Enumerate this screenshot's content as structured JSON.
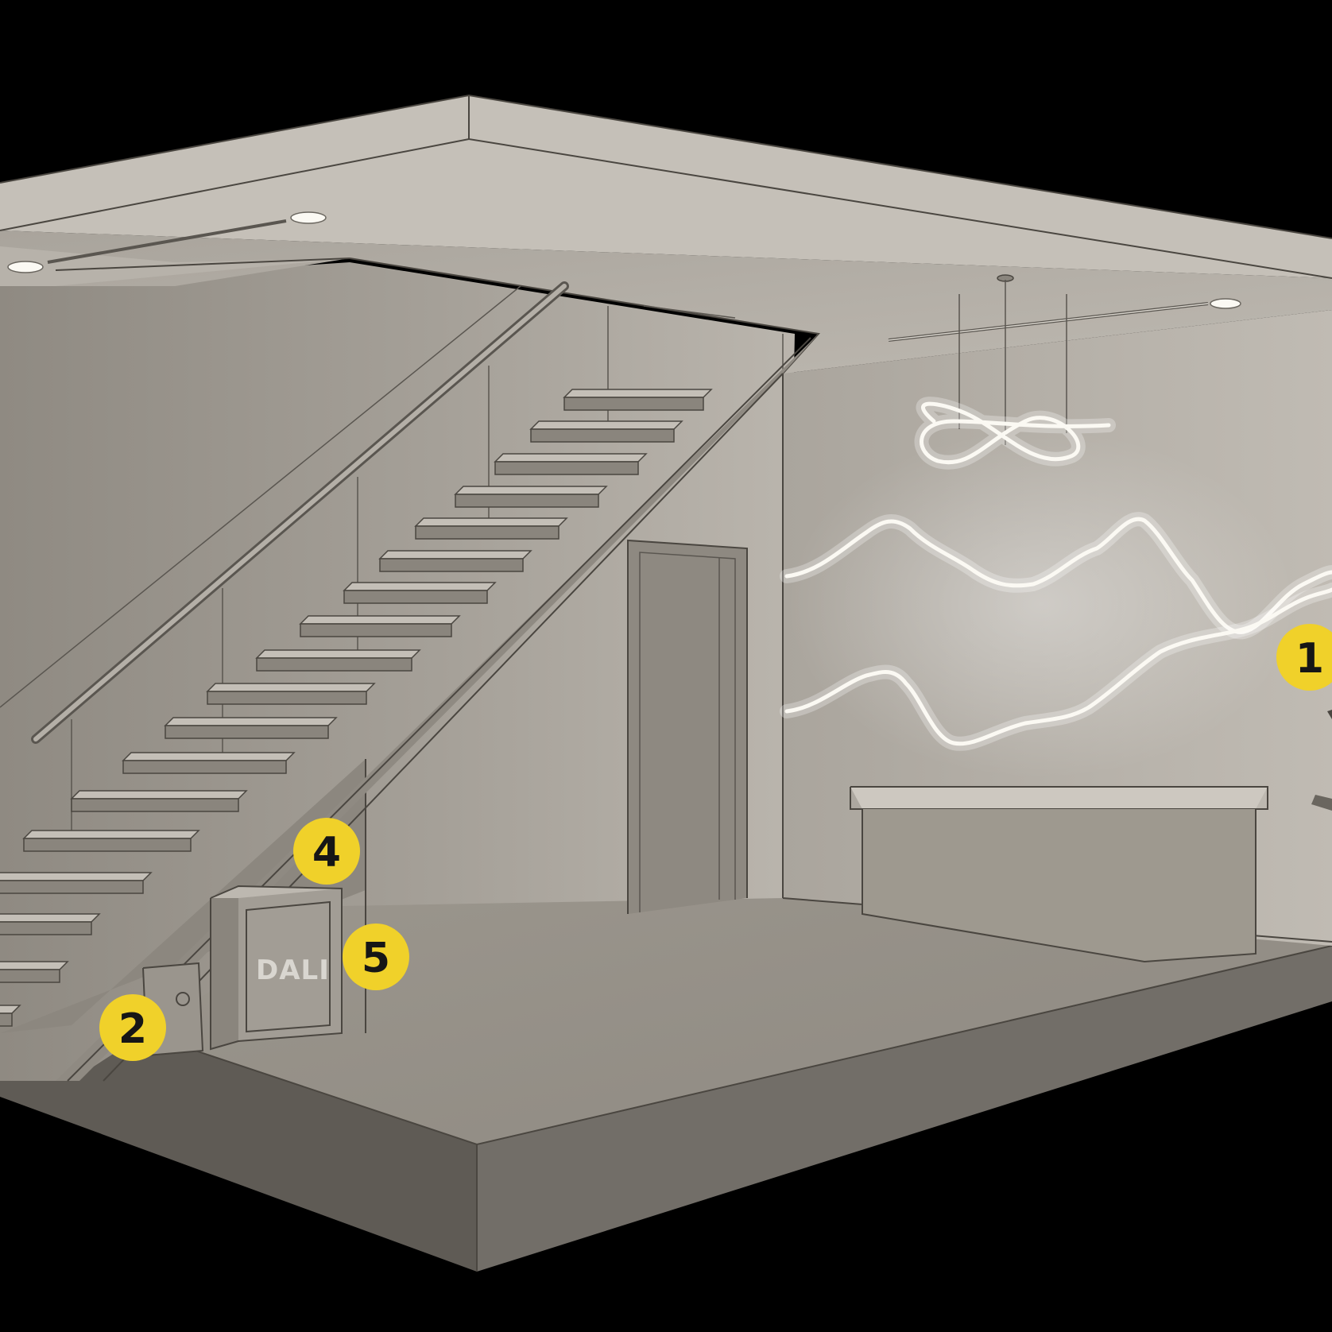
{
  "colors": {
    "background": "#000000",
    "wall": "#a29d95",
    "ceiling": "#b3aea6",
    "floor": "#9a958d",
    "marker": "#f0d12a",
    "light": "#fbf9f3"
  },
  "device_label": "DALI",
  "markers": [
    {
      "id": "1",
      "label": "1"
    },
    {
      "id": "2",
      "label": "2"
    },
    {
      "id": "4",
      "label": "4"
    },
    {
      "id": "5",
      "label": "5"
    }
  ],
  "fixtures": [
    "recessed-downlight",
    "linear-ceiling-light",
    "pendant-knot-light",
    "wall-led-strip-mountains",
    "dali-control-cabinet",
    "wall-box"
  ]
}
